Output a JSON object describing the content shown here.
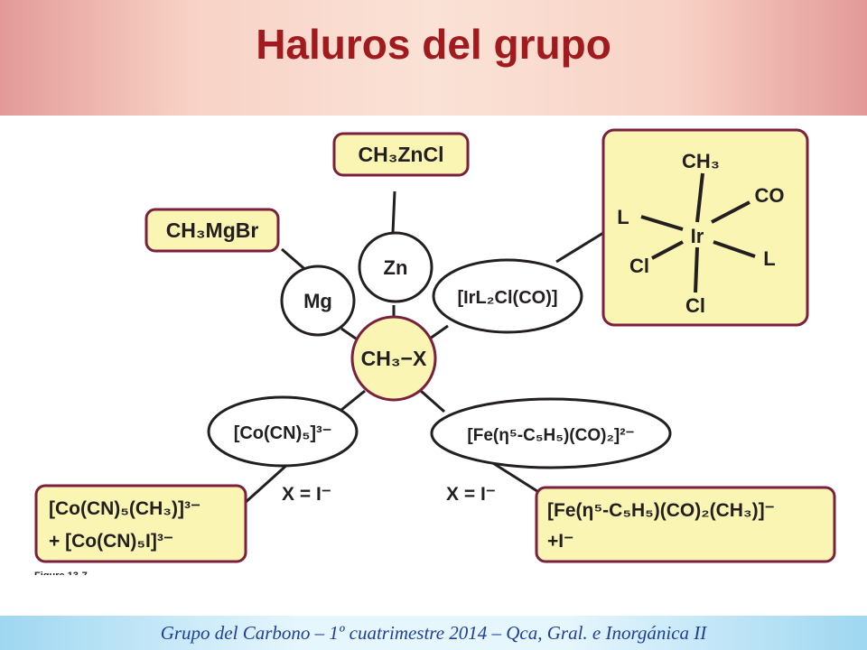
{
  "header": {
    "title": "Haluros del grupo"
  },
  "diagram": {
    "center": "CH₃−X",
    "nodes": {
      "mg": "Mg",
      "zn": "Zn",
      "ir_complex": "[IrL₂Cl(CO)]",
      "co_cn5": "[Co(CN)₅]³⁻",
      "fe_complex": "[Fe(η⁵-C₅H₅)(CO)₂]²⁻"
    },
    "products": {
      "ch3mgbr": "CH₃MgBr",
      "ch3zncl": "CH₃ZnCl",
      "co_product_line1": "[Co(CN)₅(CH₃)]³⁻",
      "co_product_line2": "+ [Co(CN)₅I]³⁻",
      "fe_product_line1": "[Fe(η⁵-C₅H₅)(CO)₂(CH₃)]⁻",
      "fe_product_line2": "+I⁻"
    },
    "ir_octahedral": {
      "metal": "Ir",
      "top": "CH₃",
      "upper_left": "L",
      "upper_right": "CO",
      "lower_left": "Cl",
      "lower_right": "L",
      "bottom": "Cl"
    },
    "conditions": {
      "co_condition": "X = I⁻",
      "fe_condition": "X = I⁻"
    },
    "figure_label": "Figure 13-7"
  },
  "footer": {
    "text": "Grupo del Carbono – 1º cuatrimestre 2014 – Qca, Gral. e Inorgánica II"
  },
  "colors": {
    "box_fill": "#fbf5b4",
    "border": "#7a1f3c",
    "title": "#a01a1e",
    "footer_text": "#1f3f97"
  }
}
